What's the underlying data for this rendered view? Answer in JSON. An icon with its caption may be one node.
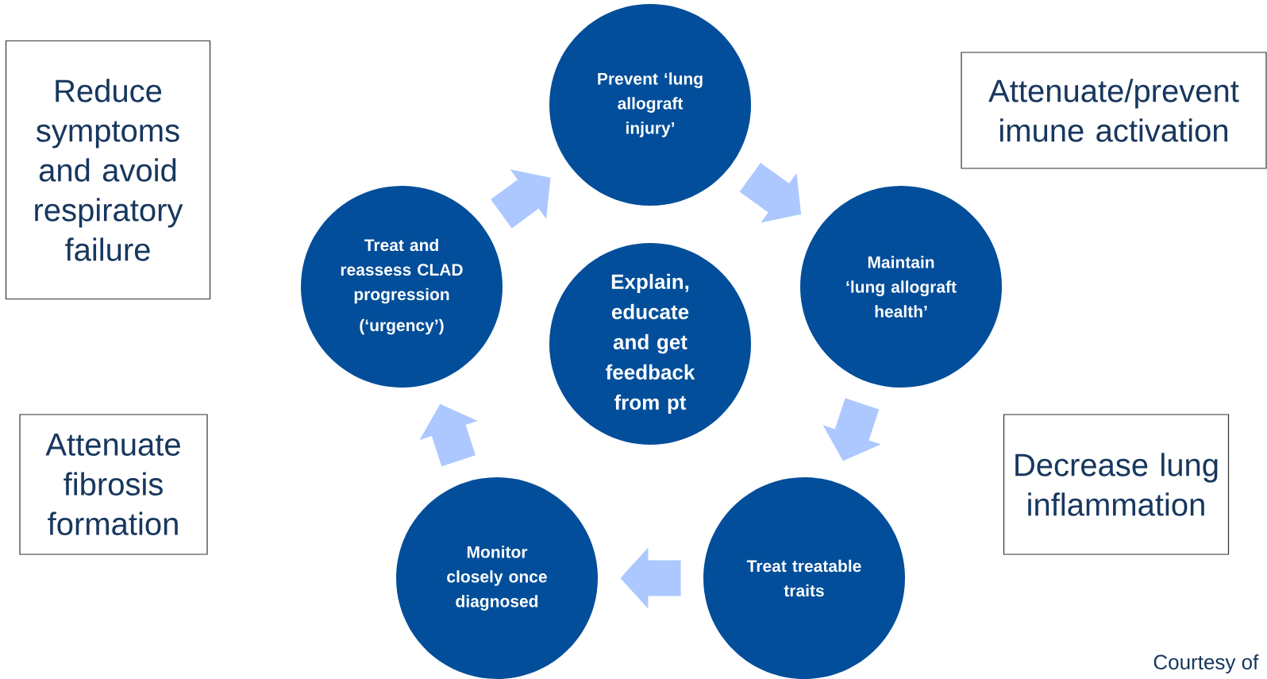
{
  "diagram": {
    "nodes": [
      {
        "text": [
          "Reduce symptoms and avoid respiratory failure"
        ]
      },
      {
        "text": [
          "Prevent ‘lung allograft injury’"
        ]
      },
      {
        "text": [
          "Attenuate/prevent imune activation"
        ]
      },
      {
        "text": [
          "Treat and reassess CLAD progression",
          "(‘urgency’)"
        ]
      },
      {
        "text": [
          "Explain, educate and get feedback from pt"
        ]
      },
      {
        "text": [
          "Maintain ‘lung allograft health’"
        ]
      },
      {
        "text": [
          "Attenuate fibrosis formation"
        ]
      },
      {
        "text": [
          "Decrease lung inflammation"
        ]
      },
      {
        "text": [
          "Monitor closely once diagnosed"
        ]
      },
      {
        "text": [
          "Treat treatable traits"
        ]
      }
    ],
    "edges": [
      {
        "from": 3,
        "to": 1,
        "arrow": "to"
      },
      {
        "from": 1,
        "to": 5,
        "arrow": "to"
      },
      {
        "from": 5,
        "to": 9,
        "arrow": "to"
      },
      {
        "from": 9,
        "to": 8,
        "arrow": "to"
      },
      {
        "from": 8,
        "to": 3,
        "arrow": "to"
      }
    ],
    "labels": [
      "Courtesy of"
    ]
  }
}
